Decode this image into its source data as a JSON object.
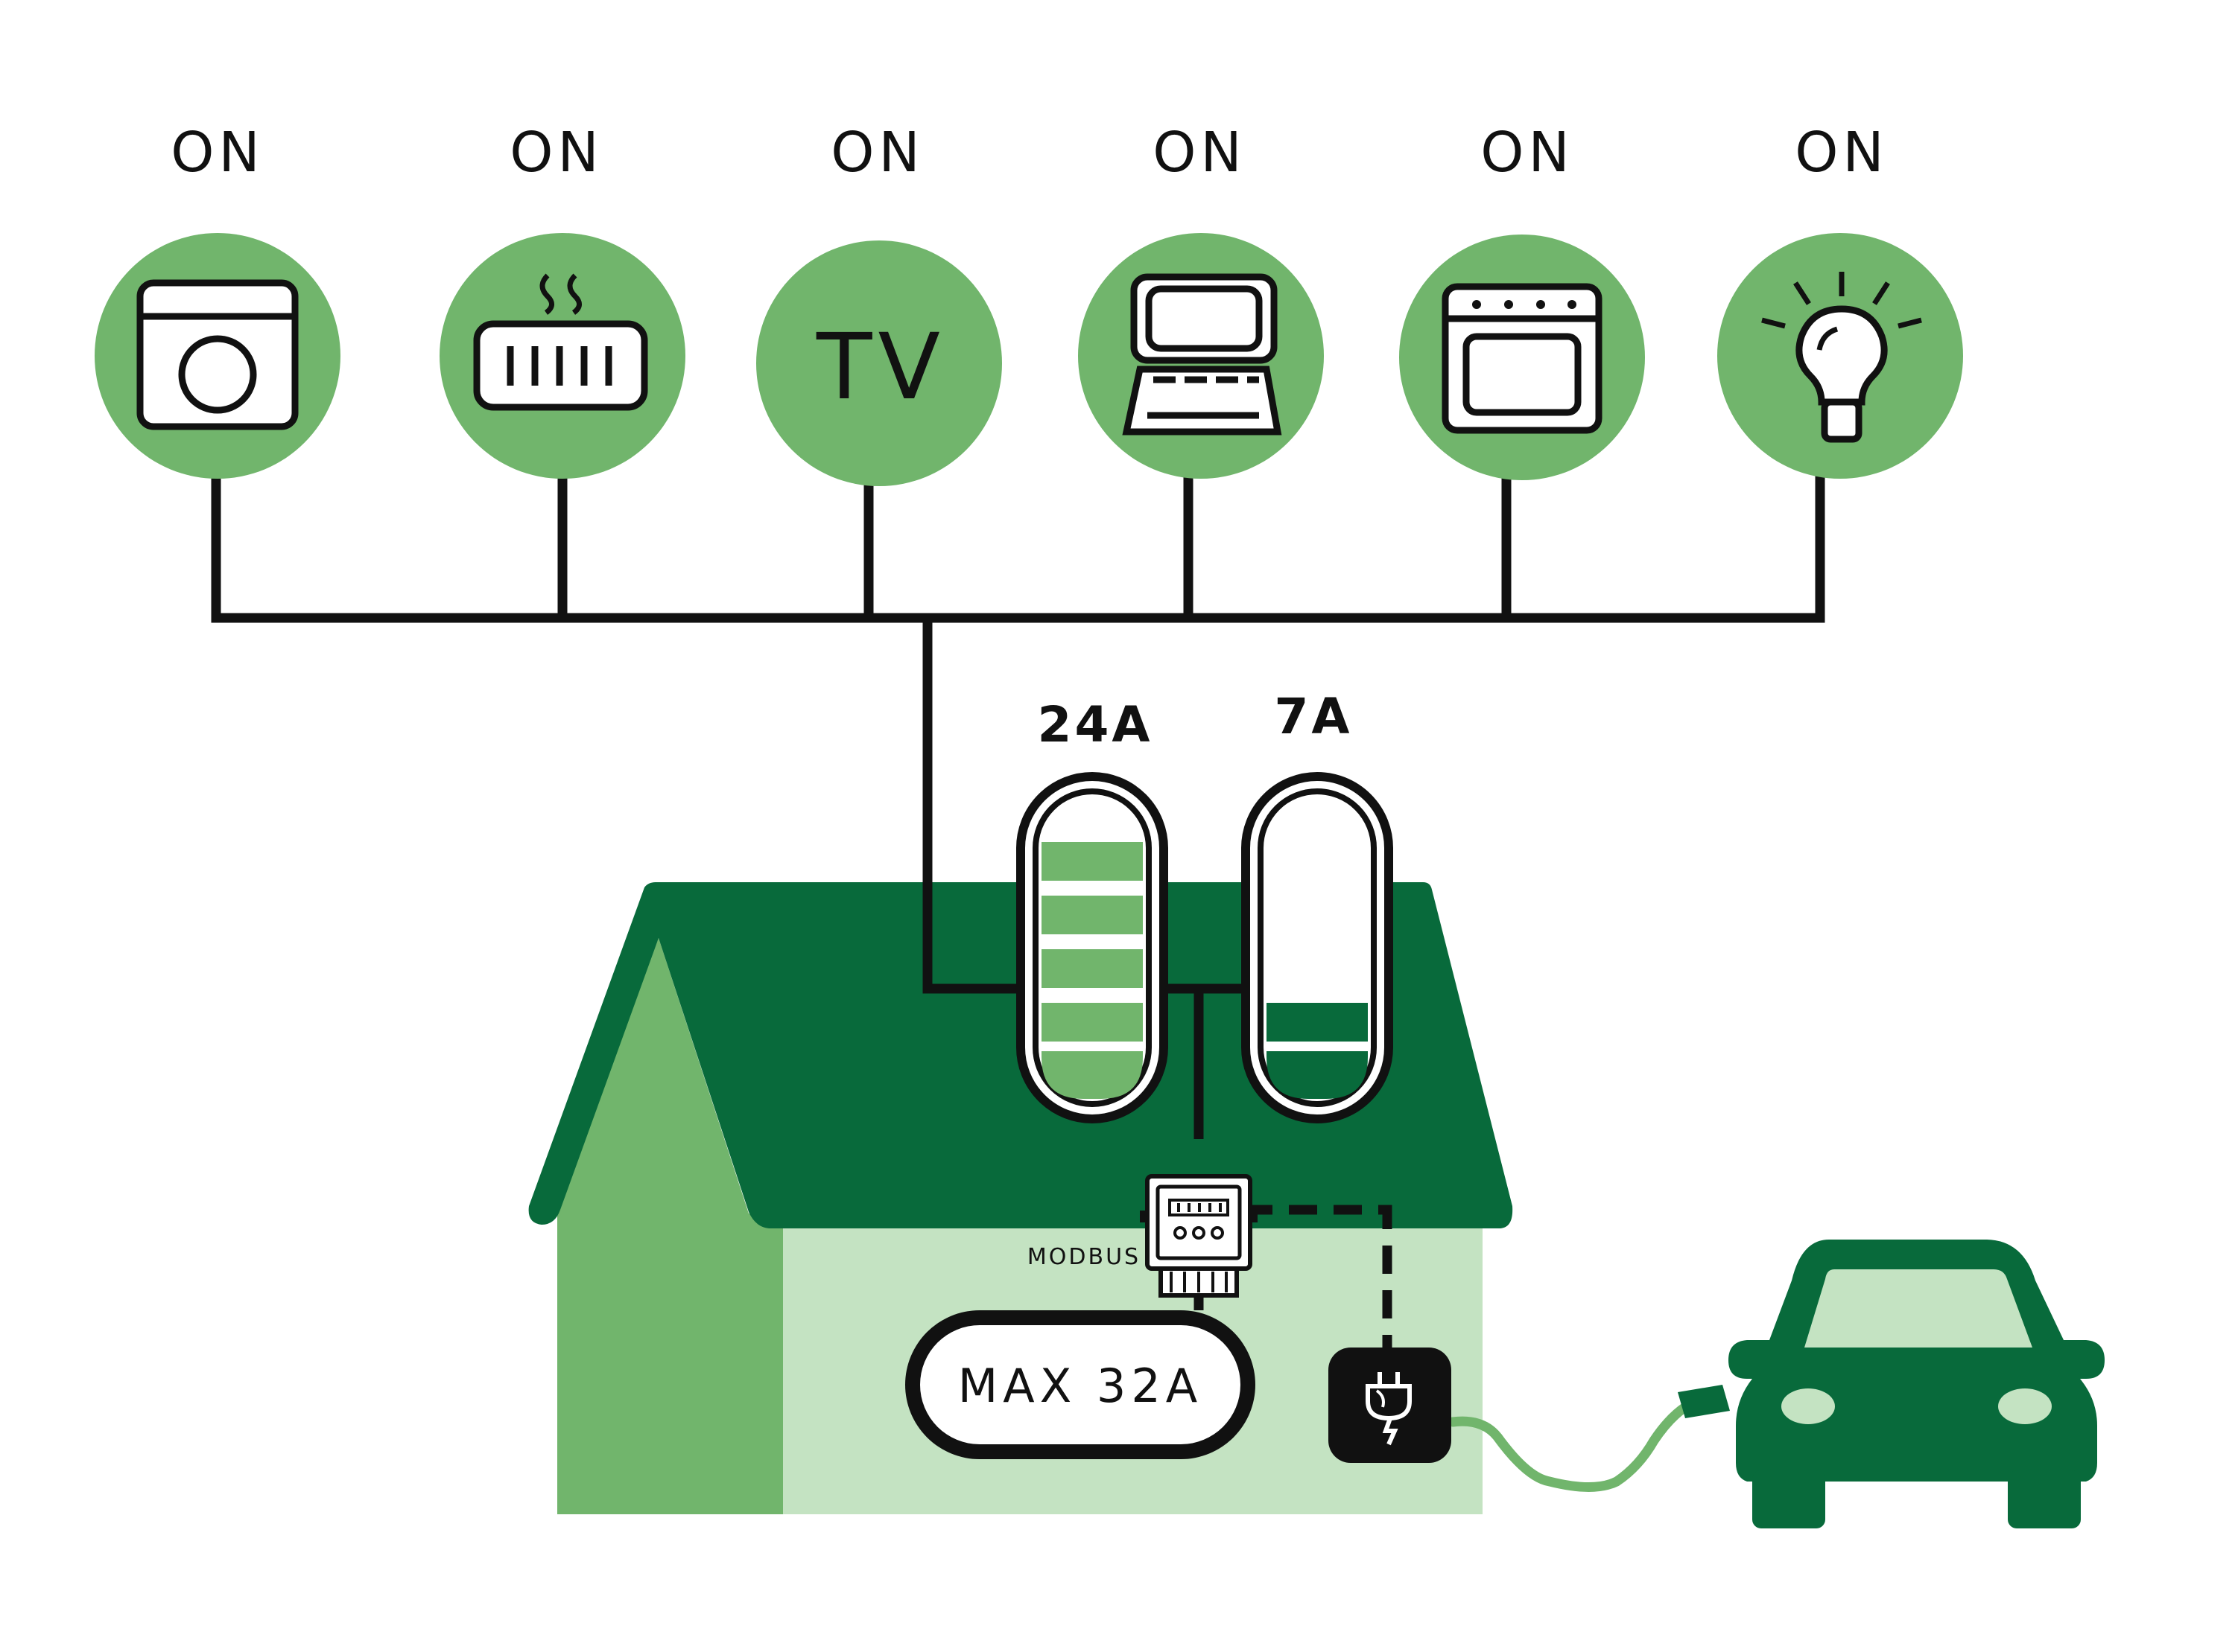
{
  "appliances": [
    {
      "status": "ON",
      "icon": "washing-machine-icon"
    },
    {
      "status": "ON",
      "icon": "heater-icon"
    },
    {
      "status": "ON",
      "icon": "tv-icon",
      "icon_text": "TV"
    },
    {
      "status": "ON",
      "icon": "computer-icon"
    },
    {
      "status": "ON",
      "icon": "oven-icon"
    },
    {
      "status": "ON",
      "icon": "light-bulb-icon"
    }
  ],
  "house_load": {
    "label": "24A",
    "level_fraction": 0.9
  },
  "charger_load": {
    "label": "7A",
    "level_fraction": 0.3
  },
  "meter": {
    "label": "MODBUS"
  },
  "main_breaker": {
    "label": "MAX 32A"
  },
  "colors": {
    "dark_green": "#086a3b",
    "mid_green": "#71b56c",
    "light_green": "#c4e3c2",
    "stroke": "#111111"
  }
}
